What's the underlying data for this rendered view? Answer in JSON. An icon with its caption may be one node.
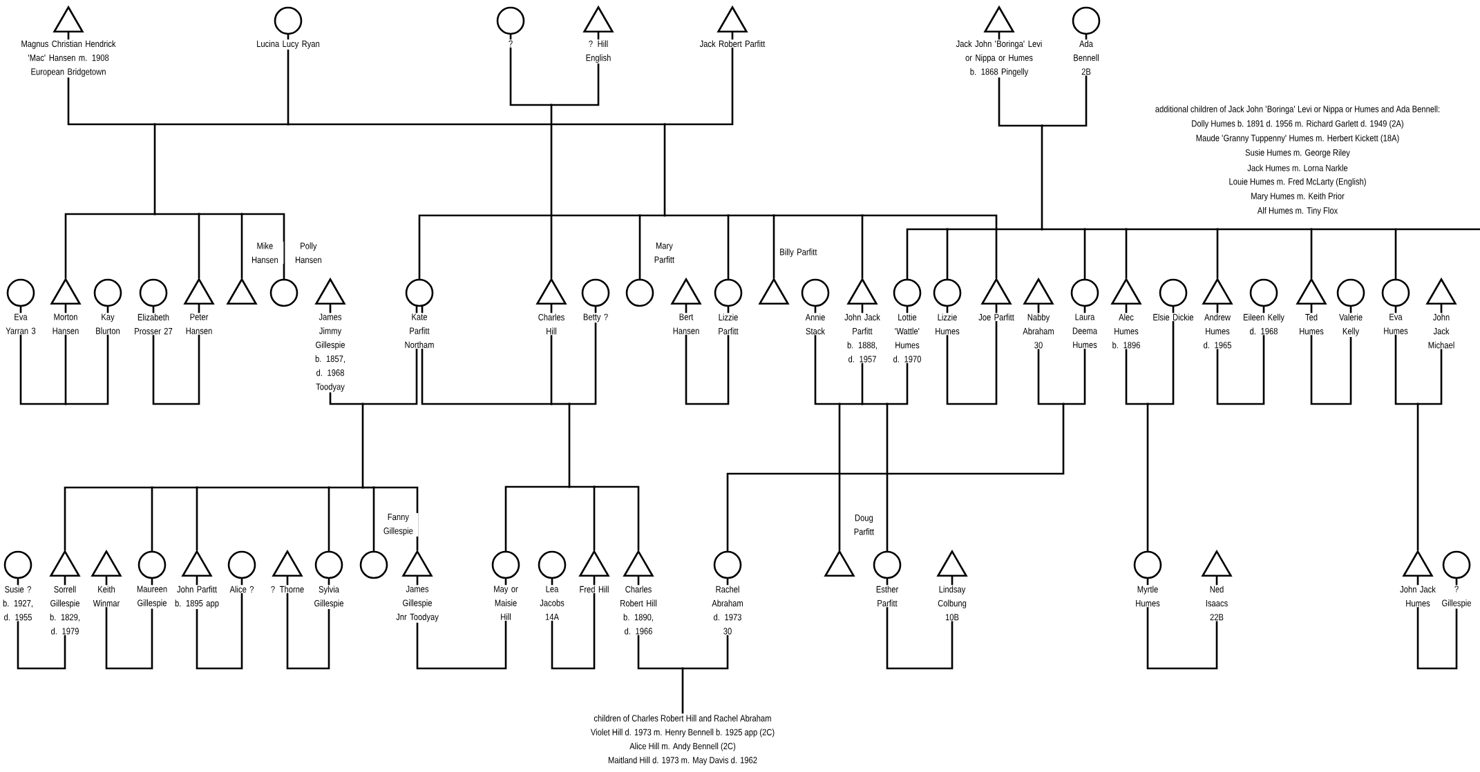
{
  "diagram": {
    "nodes": [
      {
        "text": [],
        "shape": "triangle",
        "beside": [
          "Magnus Christian Hendrick 'Mac' Hansen m. 1908 European Bridgetown"
        ]
      },
      {
        "text": [],
        "shape": "circle",
        "beside": [
          "Lucina Lucy Ryan"
        ]
      },
      {
        "text": [],
        "shape": "circle",
        "beside": [
          "?"
        ]
      },
      {
        "text": [],
        "shape": "triangle",
        "beside": [
          "? Hill English"
        ]
      },
      {
        "text": [],
        "shape": "triangle",
        "beside": [
          "Jack Robert Parfitt"
        ]
      },
      {
        "text": [],
        "shape": "triangle",
        "beside": [
          "Jack John 'Boringa' Levi or Nippa or Humes b. 1868 Pingelly"
        ]
      },
      {
        "text": [],
        "shape": "circle",
        "beside": [
          "Ada Bennell 2B"
        ]
      },
      {
        "text": [],
        "shape": "circle",
        "beside": [
          "Eva Yarran 3"
        ]
      },
      {
        "text": [],
        "shape": "triangle",
        "beside": [
          "Morton Hansen"
        ]
      },
      {
        "text": [],
        "shape": "circle",
        "beside": [
          "Kay Blurton"
        ]
      },
      {
        "text": [],
        "shape": "circle",
        "beside": [
          "Elizabeth Prosser 27"
        ]
      },
      {
        "text": [],
        "shape": "triangle",
        "beside": [
          "Peter Hansen"
        ]
      },
      {
        "text": [],
        "shape": "triangle",
        "beside": [
          "Mike Hansen"
        ]
      },
      {
        "text": [],
        "shape": "circle",
        "beside": [
          "Polly Hansen"
        ]
      },
      {
        "text": [],
        "shape": "triangle",
        "beside": [
          "James Jimmy Gillespie b. 1857, d. 1968 Toodyay"
        ]
      },
      {
        "text": [],
        "shape": "circle",
        "beside": [
          "Kate Parfitt Northam"
        ]
      },
      {
        "text": [],
        "shape": "triangle",
        "beside": [
          "Charles Hill"
        ]
      },
      {
        "text": [],
        "shape": "circle",
        "beside": [
          "Betty ?"
        ]
      },
      {
        "text": [],
        "shape": "circle",
        "beside": [
          "Mary Parfitt"
        ]
      },
      {
        "text": [],
        "shape": "triangle",
        "beside": [
          "Bert Hansen"
        ]
      },
      {
        "text": [],
        "shape": "circle",
        "beside": [
          "Lizzie Parfitt"
        ]
      },
      {
        "text": [],
        "shape": "triangle",
        "beside": [
          "Billy Parfitt"
        ]
      },
      {
        "text": [],
        "shape": "circle",
        "beside": [
          "Annie Stack"
        ]
      },
      {
        "text": [],
        "shape": "triangle",
        "beside": [
          "John Jack Parfitt b. 1888, d. 1957"
        ]
      },
      {
        "text": [],
        "shape": "circle",
        "beside": [
          "Lottie 'Wattle' Humes d. 1970"
        ]
      },
      {
        "text": [],
        "shape": "circle",
        "beside": [
          "Lizzie Humes"
        ]
      },
      {
        "text": [],
        "shape": "triangle",
        "beside": [
          "Joe Parfitt"
        ]
      },
      {
        "text": [],
        "shape": "triangle",
        "beside": [
          "Nabby Abraham 30"
        ]
      },
      {
        "text": [],
        "shape": "circle",
        "beside": [
          "Laura Deema Humes"
        ]
      },
      {
        "text": [],
        "shape": "triangle",
        "beside": [
          "Alec Humes b. 1896"
        ]
      },
      {
        "text": [],
        "shape": "circle",
        "beside": [
          "Elsie Dickie"
        ]
      },
      {
        "text": [],
        "shape": "triangle",
        "beside": [
          "Andrew Humes d. 1965"
        ]
      },
      {
        "text": [],
        "shape": "circle",
        "beside": [
          "Eileen Kelly d. 1968"
        ]
      },
      {
        "text": [],
        "shape": "triangle",
        "beside": [
          "Ted Humes"
        ]
      },
      {
        "text": [],
        "shape": "circle",
        "beside": [
          "Valerie Kelly"
        ]
      },
      {
        "text": [],
        "shape": "circle",
        "beside": [
          "Eva Humes"
        ]
      },
      {
        "text": [],
        "shape": "triangle",
        "beside": [
          "John Jack Michael"
        ]
      },
      {
        "text": [],
        "shape": "circle",
        "beside": [
          "Susie ? b. 1927, d. 1955"
        ]
      },
      {
        "text": [],
        "shape": "triangle",
        "beside": [
          "Sorrell Gillespie b. 1829, d. 1979"
        ]
      },
      {
        "text": [],
        "shape": "triangle",
        "beside": [
          "Keith Winmar"
        ]
      },
      {
        "text": [],
        "shape": "circle",
        "beside": [
          "Maureen Gillespie"
        ]
      },
      {
        "text": [],
        "shape": "triangle",
        "beside": [
          "John Parfitt b. 1895 app"
        ]
      },
      {
        "text": [],
        "shape": "circle",
        "beside": [
          "Alice ?"
        ]
      },
      {
        "text": [],
        "shape": "triangle",
        "beside": [
          "? Thorne"
        ]
      },
      {
        "text": [],
        "shape": "circle",
        "beside": [
          "Sylvia Gillespie"
        ]
      },
      {
        "text": [],
        "shape": "circle",
        "beside": [
          "Fanny Gillespie"
        ]
      },
      {
        "text": [],
        "shape": "triangle",
        "beside": [
          "James Gillespie Jnr Toodyay"
        ]
      },
      {
        "text": [],
        "shape": "circle",
        "beside": [
          "May or Maisie Hill"
        ]
      },
      {
        "text": [],
        "shape": "circle",
        "beside": [
          "Lea Jacobs 14A"
        ]
      },
      {
        "text": [],
        "shape": "triangle",
        "beside": [
          "Fred Hill"
        ]
      },
      {
        "text": [],
        "shape": "triangle",
        "beside": [
          "Charles Robert Hill b. 1890, d. 1966"
        ]
      },
      {
        "text": [],
        "shape": "circle",
        "beside": [
          "Rachel Abraham d. 1973 30"
        ]
      },
      {
        "text": [],
        "shape": "triangle",
        "beside": [
          "Doug Parfitt"
        ]
      },
      {
        "text": [],
        "shape": "circle",
        "beside": [
          "Esther Parfitt"
        ]
      },
      {
        "text": [],
        "shape": "triangle",
        "beside": [
          "Lindsay Colbung 10B"
        ]
      },
      {
        "text": [],
        "shape": "circle",
        "beside": [
          "Myrtle Humes"
        ]
      },
      {
        "text": [],
        "shape": "triangle",
        "beside": [
          "Ned Isaacs 22B"
        ]
      },
      {
        "text": [],
        "shape": "triangle",
        "beside": [
          "John Jack Humes"
        ]
      },
      {
        "text": [],
        "shape": "circle",
        "beside": [
          "? Gillespie"
        ]
      },
      {
        "text": [
          "children of Charles Robert Hill and Rachel Abraham",
          "Violet Hill d. 1973 m. Henry Bennell b. 1925 app (2C)",
          "Alice Hill m. Andy Bennell (2C)",
          "Maitland Hill d. 1973 m. May Davis d. 1962"
        ]
      }
    ],
    "edges": [
      {
        "from": 0,
        "to": 1,
        "arrow": "none"
      },
      {
        "from": 1,
        "to": 4,
        "arrow": "none"
      },
      {
        "from": 2,
        "to": 3,
        "arrow": "none"
      },
      {
        "from": 5,
        "to": 6,
        "arrow": "none"
      },
      {
        "from": 7,
        "to": 8,
        "arrow": "none"
      },
      {
        "from": 8,
        "to": 9,
        "arrow": "none"
      },
      {
        "from": 10,
        "to": 11,
        "arrow": "none"
      },
      {
        "from": 14,
        "to": 15,
        "arrow": "none"
      },
      {
        "from": 15,
        "to": 16,
        "arrow": "none"
      },
      {
        "from": 16,
        "to": 17,
        "arrow": "none"
      },
      {
        "from": 19,
        "to": 20,
        "arrow": "none"
      },
      {
        "from": 22,
        "to": 23,
        "arrow": "none"
      },
      {
        "from": 23,
        "to": 24,
        "arrow": "none"
      },
      {
        "from": 25,
        "to": 26,
        "arrow": "none"
      },
      {
        "from": 27,
        "to": 28,
        "arrow": "none"
      },
      {
        "from": 29,
        "to": 30,
        "arrow": "none"
      },
      {
        "from": 31,
        "to": 32,
        "arrow": "none"
      },
      {
        "from": 33,
        "to": 34,
        "arrow": "none"
      },
      {
        "from": 35,
        "to": 36,
        "arrow": "none"
      },
      {
        "from": 37,
        "to": 38,
        "arrow": "none"
      },
      {
        "from": 39,
        "to": 40,
        "arrow": "none"
      },
      {
        "from": 41,
        "to": 42,
        "arrow": "none"
      },
      {
        "from": 43,
        "to": 44,
        "arrow": "none"
      },
      {
        "from": 46,
        "to": 47,
        "arrow": "none"
      },
      {
        "from": 48,
        "to": 49,
        "arrow": "none"
      },
      {
        "from": 50,
        "to": 51,
        "arrow": "none"
      },
      {
        "from": 53,
        "to": 54,
        "arrow": "none"
      },
      {
        "from": 55,
        "to": 56,
        "arrow": "none"
      },
      {
        "from": 57,
        "to": 58,
        "arrow": "none"
      },
      {
        "from": 0,
        "to": 8,
        "arrow": "none"
      },
      {
        "from": 0,
        "to": 11,
        "arrow": "none"
      },
      {
        "from": 0,
        "to": 12,
        "arrow": "none"
      },
      {
        "from": 0,
        "to": 13,
        "arrow": "none"
      },
      {
        "from": 1,
        "to": 8,
        "arrow": "none"
      },
      {
        "from": 1,
        "to": 11,
        "arrow": "none"
      },
      {
        "from": 1,
        "to": 12,
        "arrow": "none"
      },
      {
        "from": 1,
        "to": 13,
        "arrow": "none"
      },
      {
        "from": 1,
        "to": 15,
        "arrow": "none"
      },
      {
        "from": 1,
        "to": 18,
        "arrow": "none"
      },
      {
        "from": 1,
        "to": 20,
        "arrow": "none"
      },
      {
        "from": 1,
        "to": 21,
        "arrow": "none"
      },
      {
        "from": 1,
        "to": 23,
        "arrow": "none"
      },
      {
        "from": 1,
        "to": 26,
        "arrow": "none"
      },
      {
        "from": 4,
        "to": 15,
        "arrow": "none"
      },
      {
        "from": 4,
        "to": 18,
        "arrow": "none"
      },
      {
        "from": 4,
        "to": 20,
        "arrow": "none"
      },
      {
        "from": 4,
        "to": 21,
        "arrow": "none"
      },
      {
        "from": 4,
        "to": 23,
        "arrow": "none"
      },
      {
        "from": 4,
        "to": 26,
        "arrow": "none"
      },
      {
        "from": 2,
        "to": 16,
        "arrow": "none"
      },
      {
        "from": 3,
        "to": 16,
        "arrow": "none"
      },
      {
        "from": 5,
        "to": 24,
        "arrow": "none"
      },
      {
        "from": 5,
        "to": 25,
        "arrow": "none"
      },
      {
        "from": 5,
        "to": 28,
        "arrow": "none"
      },
      {
        "from": 5,
        "to": 29,
        "arrow": "none"
      },
      {
        "from": 5,
        "to": 31,
        "arrow": "none"
      },
      {
        "from": 5,
        "to": 33,
        "arrow": "none"
      },
      {
        "from": 5,
        "to": 35,
        "arrow": "none"
      },
      {
        "from": 6,
        "to": 24,
        "arrow": "none"
      },
      {
        "from": 6,
        "to": 25,
        "arrow": "none"
      },
      {
        "from": 6,
        "to": 28,
        "arrow": "none"
      },
      {
        "from": 6,
        "to": 29,
        "arrow": "none"
      },
      {
        "from": 6,
        "to": 31,
        "arrow": "none"
      },
      {
        "from": 6,
        "to": 33,
        "arrow": "none"
      },
      {
        "from": 6,
        "to": 35,
        "arrow": "none"
      },
      {
        "from": 14,
        "to": 38,
        "arrow": "none"
      },
      {
        "from": 14,
        "to": 40,
        "arrow": "none"
      },
      {
        "from": 14,
        "to": 41,
        "arrow": "none"
      },
      {
        "from": 14,
        "to": 44,
        "arrow": "none"
      },
      {
        "from": 14,
        "to": 45,
        "arrow": "none"
      },
      {
        "from": 14,
        "to": 46,
        "arrow": "none"
      },
      {
        "from": 15,
        "to": 38,
        "arrow": "none"
      },
      {
        "from": 15,
        "to": 40,
        "arrow": "none"
      },
      {
        "from": 15,
        "to": 41,
        "arrow": "none"
      },
      {
        "from": 15,
        "to": 44,
        "arrow": "none"
      },
      {
        "from": 15,
        "to": 45,
        "arrow": "none"
      },
      {
        "from": 15,
        "to": 46,
        "arrow": "none"
      },
      {
        "from": 16,
        "to": 47,
        "arrow": "none"
      },
      {
        "from": 16,
        "to": 49,
        "arrow": "none"
      },
      {
        "from": 16,
        "to": 50,
        "arrow": "none"
      },
      {
        "from": 17,
        "to": 47,
        "arrow": "none"
      },
      {
        "from": 17,
        "to": 49,
        "arrow": "none"
      },
      {
        "from": 17,
        "to": 50,
        "arrow": "none"
      },
      {
        "from": 22,
        "to": 52,
        "arrow": "none"
      },
      {
        "from": 23,
        "to": 52,
        "arrow": "none"
      },
      {
        "from": 23,
        "to": 53,
        "arrow": "none"
      },
      {
        "from": 24,
        "to": 53,
        "arrow": "none"
      },
      {
        "from": 27,
        "to": 51,
        "arrow": "none"
      },
      {
        "from": 28,
        "to": 51,
        "arrow": "none"
      },
      {
        "from": 29,
        "to": 55,
        "arrow": "none"
      },
      {
        "from": 30,
        "to": 55,
        "arrow": "none"
      },
      {
        "from": 35,
        "to": 57,
        "arrow": "none"
      },
      {
        "from": 36,
        "to": 57,
        "arrow": "none"
      },
      {
        "from": 50,
        "to": 59,
        "arrow": "none"
      },
      {
        "from": 51,
        "to": 59,
        "arrow": "none"
      }
    ],
    "labels": [
      "additional children of Jack John 'Boringa' Levi or Nippa or Humes and Ada Bennell:",
      "Dolly Humes b. 1891 d. 1956 m. Richard Garlett d. 1949 (2A)",
      "Maude 'Granny Tuppenny' Humes m. Herbert Kickett (18A)",
      "Susie Humes m. George Riley",
      "Jack Humes m. Lorna Narkle",
      "Louie Humes m. Fred McLarty (English)",
      "Mary Humes m. Keith Prior",
      "Alf Humes m. Tiny Flox"
    ]
  }
}
